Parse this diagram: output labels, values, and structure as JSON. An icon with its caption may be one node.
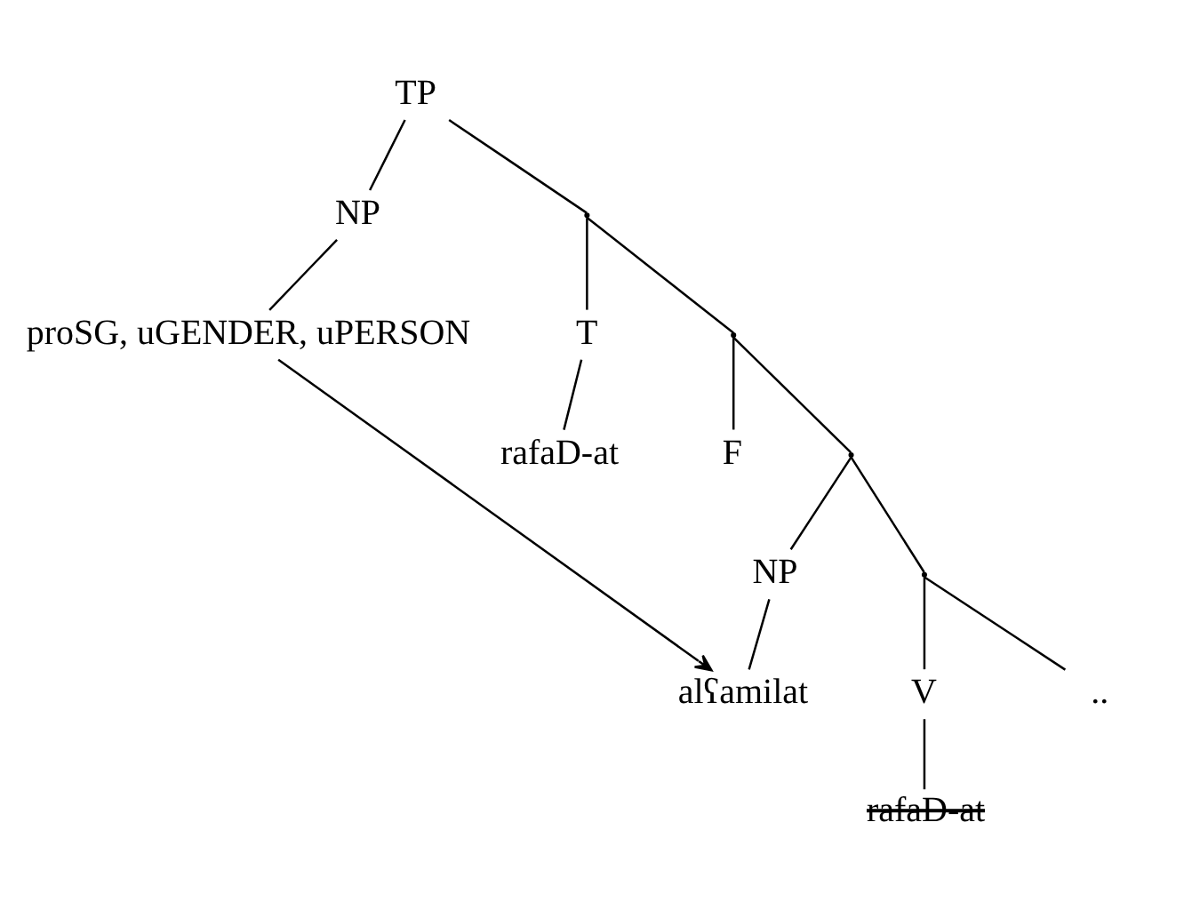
{
  "diagram": {
    "nodes": [
      {
        "text": [
          "TP"
        ]
      },
      {
        "text": [
          "NP"
        ]
      },
      {
        "text": [
          "proSG, uGENDER, uPERSON"
        ]
      },
      {
        "text": [],
        "shape": "point"
      },
      {
        "text": [
          "T"
        ]
      },
      {
        "text": [
          "rafaD-at"
        ]
      },
      {
        "text": [],
        "shape": "point"
      },
      {
        "text": [
          "F"
        ]
      },
      {
        "text": [],
        "shape": "point"
      },
      {
        "text": [
          "NP"
        ]
      },
      {
        "text": [
          "alʕamilat"
        ]
      },
      {
        "text": [],
        "shape": "point"
      },
      {
        "text": [
          "V"
        ]
      },
      {
        "text": [
          "rafaD-at"
        ]
      },
      {
        "text": [
          ".."
        ]
      }
    ],
    "edges": [
      {
        "from": 0,
        "to": 1,
        "arrow": "none"
      },
      {
        "from": 0,
        "to": 3,
        "arrow": "none"
      },
      {
        "from": 1,
        "to": 2,
        "arrow": "none"
      },
      {
        "from": 3,
        "to": 4,
        "arrow": "none"
      },
      {
        "from": 3,
        "to": 6,
        "arrow": "none"
      },
      {
        "from": 4,
        "to": 5,
        "arrow": "none"
      },
      {
        "from": 6,
        "to": 7,
        "arrow": "none"
      },
      {
        "from": 6,
        "to": 8,
        "arrow": "none"
      },
      {
        "from": 8,
        "to": 9,
        "arrow": "none"
      },
      {
        "from": 8,
        "to": 11,
        "arrow": "none"
      },
      {
        "from": 9,
        "to": 10,
        "arrow": "none"
      },
      {
        "from": 11,
        "to": 12,
        "arrow": "none"
      },
      {
        "from": 11,
        "to": 14,
        "arrow": "none"
      },
      {
        "from": 12,
        "to": 13,
        "arrow": "none"
      },
      {
        "from": 2,
        "to": 10,
        "arrow": "to"
      }
    ]
  }
}
